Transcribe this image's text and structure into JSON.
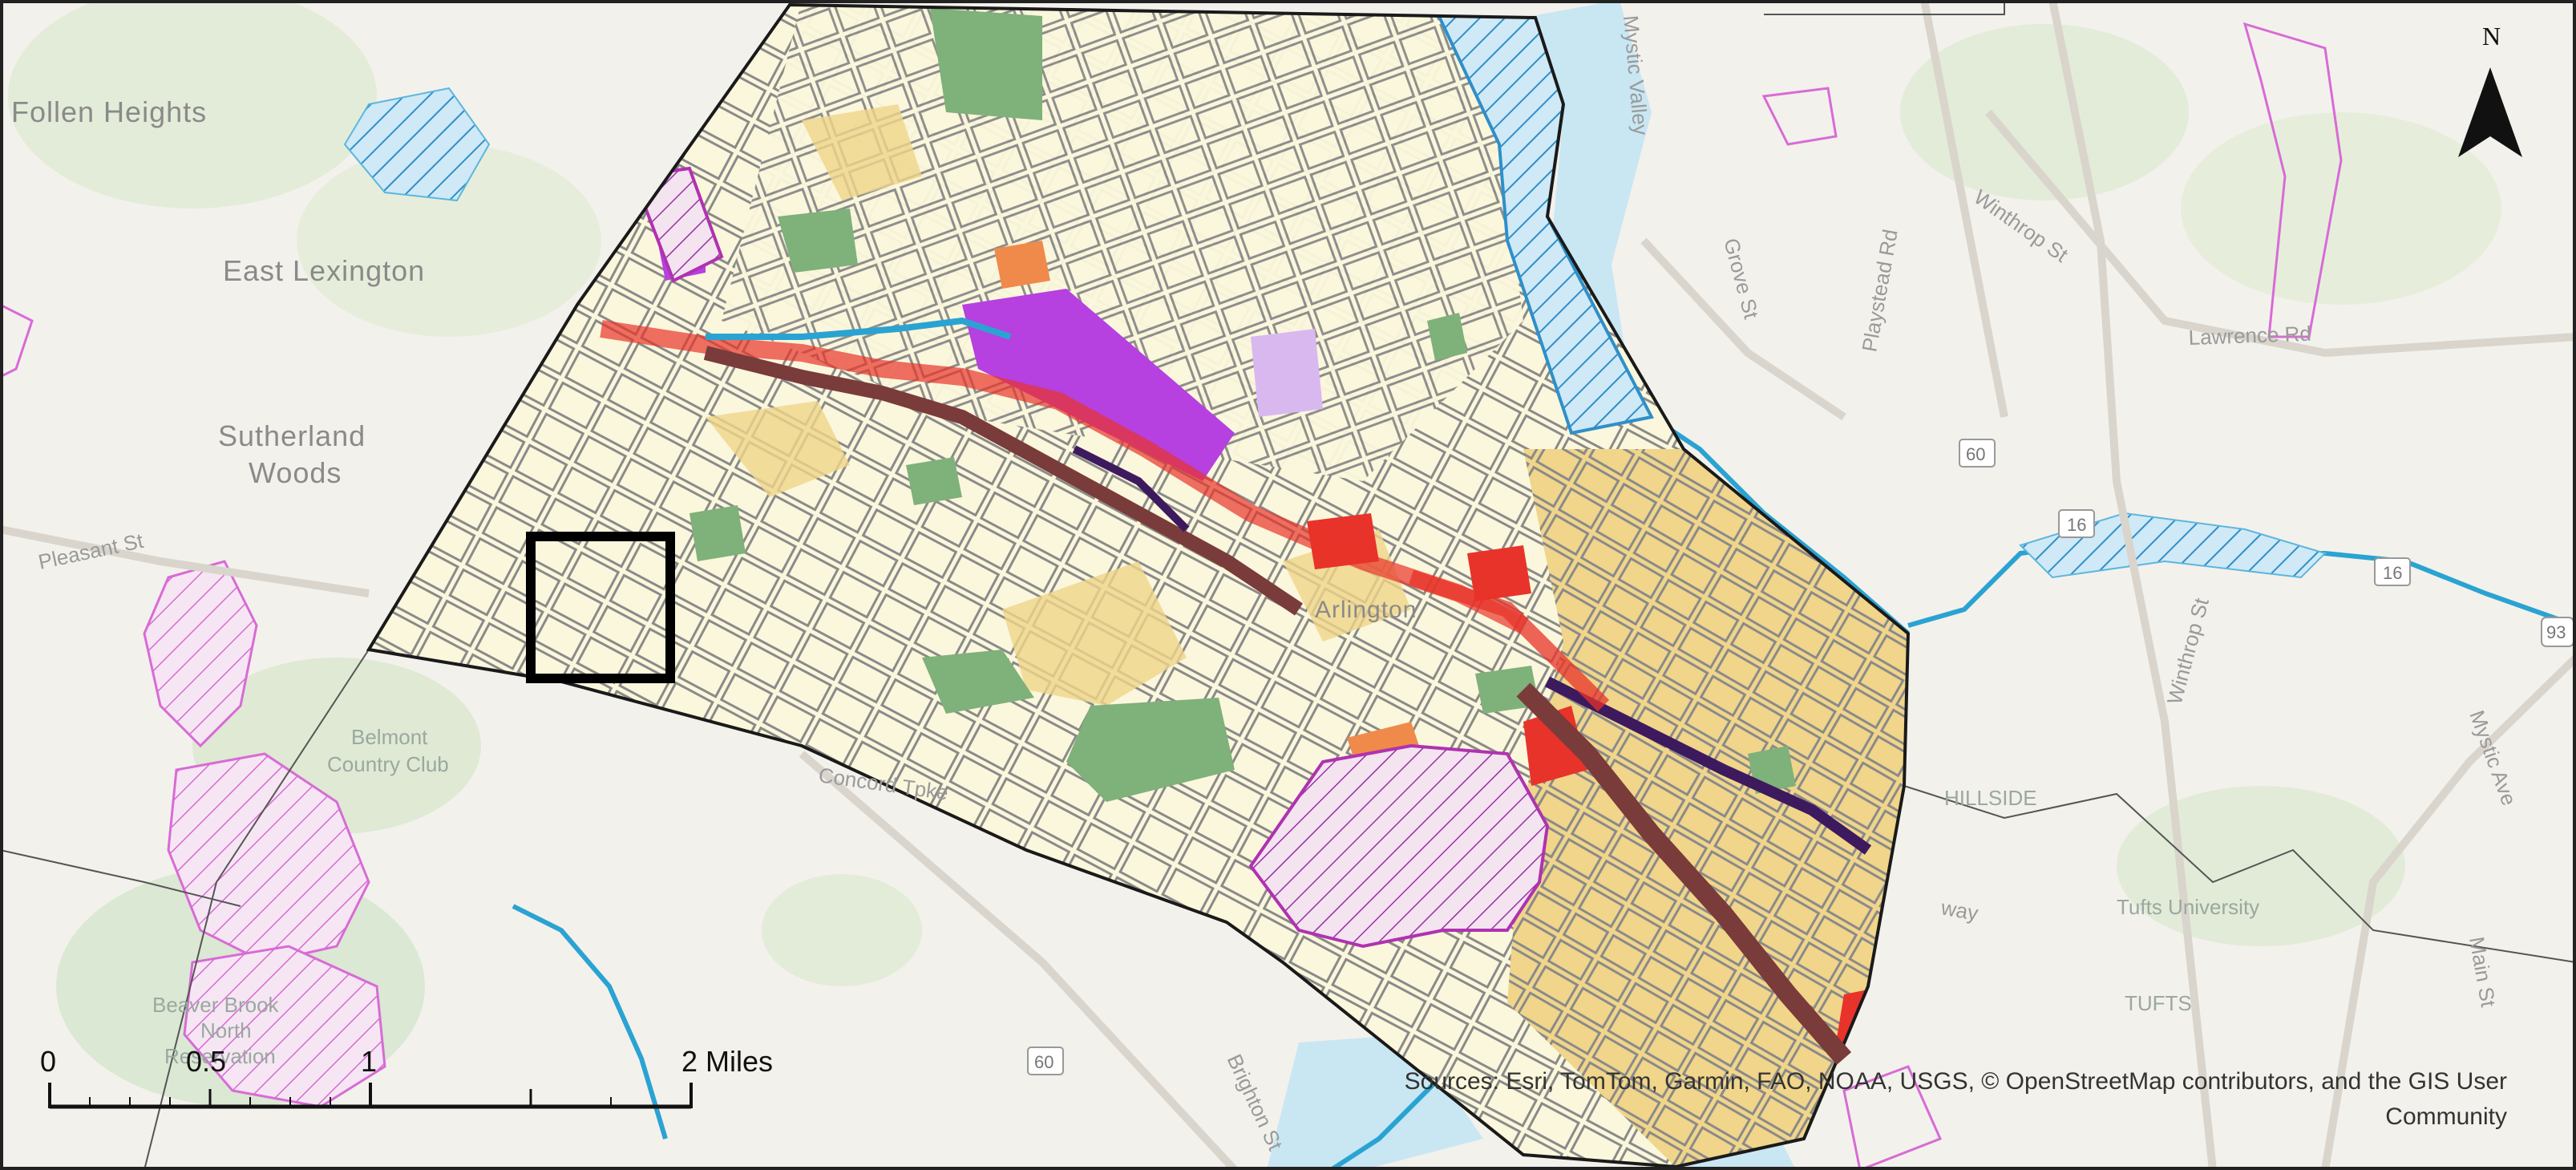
{
  "map": {
    "places": [
      {
        "name": "Follen Heights"
      },
      {
        "name": "East Lexington"
      },
      {
        "name": "Sutherland"
      },
      {
        "name": "Woods"
      },
      {
        "name": "Belmont"
      },
      {
        "name": "Country Club"
      },
      {
        "name": "Beaver Brook"
      },
      {
        "name": "North"
      },
      {
        "name": "Reservation"
      },
      {
        "name": "HILLSIDE"
      },
      {
        "name": "Tufts University"
      },
      {
        "name": "TUFTS"
      }
    ],
    "roads": [
      {
        "name": "Pleasant St"
      },
      {
        "name": "Concord Tpke"
      },
      {
        "name": "Grove St"
      },
      {
        "name": "Playstead Rd"
      },
      {
        "name": "Winthrop St"
      },
      {
        "name": "Lawrence Rd"
      },
      {
        "name": "Winthrop St"
      },
      {
        "name": "Mystic Ave"
      },
      {
        "name": "Main St"
      },
      {
        "name": "Brighton St"
      },
      {
        "name": "Mystic Valley"
      },
      {
        "name": "way"
      }
    ],
    "shields": [
      "60",
      "16",
      "16",
      "93",
      "60"
    ],
    "center_label": "Arlington",
    "north_arrow": {
      "label": "N",
      "icon": "north-arrow-icon"
    },
    "scale_bar": {
      "labels": [
        "0",
        "0.5",
        "1",
        "2 Miles"
      ]
    },
    "attribution": "Sources: Esri, TomTom, Garmin, FAO, NOAA, USGS, © OpenStreetMap contributors, and the GIS User Community",
    "colors": {
      "basemap": "#f3f1ec",
      "park": "#dfe8d6",
      "water": "#c9e6f3",
      "river": "#2aa3d2",
      "wetland_hatch": "#d86bd6",
      "town_fill": "#fbf7dc",
      "town_border": "#1a1a1a",
      "street": "#7d7d7d",
      "residential_yellow": "#f0d58a",
      "commercial_red": "#e8332a",
      "industrial_purple": "#b640e0",
      "open_space_green": "#7fb17a",
      "corridor_brown": "#7a3b3b",
      "corridor_dark_purple": "#3d1a5e",
      "study_box": "#000000"
    }
  }
}
